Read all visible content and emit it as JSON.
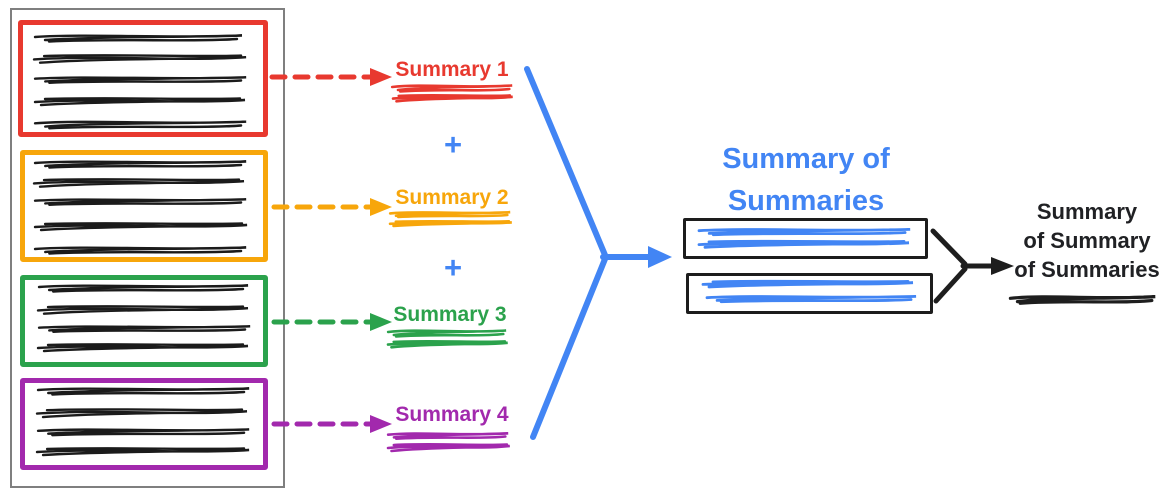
{
  "palette": {
    "red": "#e8392f",
    "orange": "#f7a60b",
    "green": "#2ba24c",
    "purple": "#a229ad",
    "blue": "#4285f4",
    "ink": "#1b1b1b",
    "black": "#1e1e1e",
    "outer_border": "#7f7f7f"
  },
  "documents_panel": {
    "boxes": [
      {
        "id": "doc-red",
        "border_color": "#e8392f",
        "scribble_line_count": 5
      },
      {
        "id": "doc-orange",
        "border_color": "#f7a60b",
        "scribble_line_count": 5
      },
      {
        "id": "doc-green",
        "border_color": "#2ba24c",
        "scribble_line_count": 4
      },
      {
        "id": "doc-purple",
        "border_color": "#a229ad",
        "scribble_line_count": 4
      }
    ]
  },
  "summary_labels": [
    {
      "label": "Summary 1",
      "color": "#e8392f"
    },
    {
      "label": "Summary 2",
      "color": "#f7a60b"
    },
    {
      "label": "Summary 3",
      "color": "#2ba24c"
    },
    {
      "label": "Summary 4",
      "color": "#a229ad"
    }
  ],
  "operators": {
    "plus1": "+",
    "plus2": "+"
  },
  "merge_title": {
    "line1": "Summary of",
    "line2": "Summaries",
    "color": "#4285f4"
  },
  "summary_of_summaries_boxes": {
    "count": 2,
    "scribble_lines_per_box": 2,
    "scribble_color": "#4285f4"
  },
  "final_label": {
    "line1": "Summary",
    "line2": "of Summary",
    "line3": "of Summaries",
    "color": "#202124"
  }
}
